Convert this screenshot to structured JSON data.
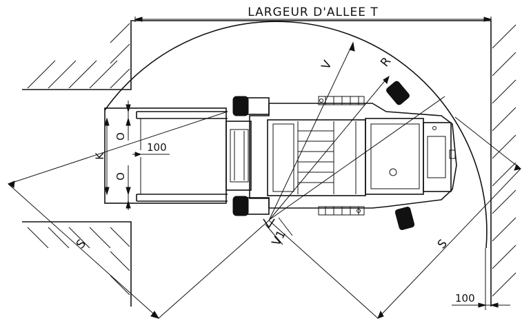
{
  "labels": {
    "title": "LARGEUR D'ALLEE T",
    "v": "V",
    "r": "R",
    "v1": "V1",
    "s_left": "S",
    "s_right": "S",
    "k": "K",
    "o_top": "O",
    "o_bottom": "O",
    "dim_100_fork": "100",
    "dim_100_bottom": "100"
  }
}
